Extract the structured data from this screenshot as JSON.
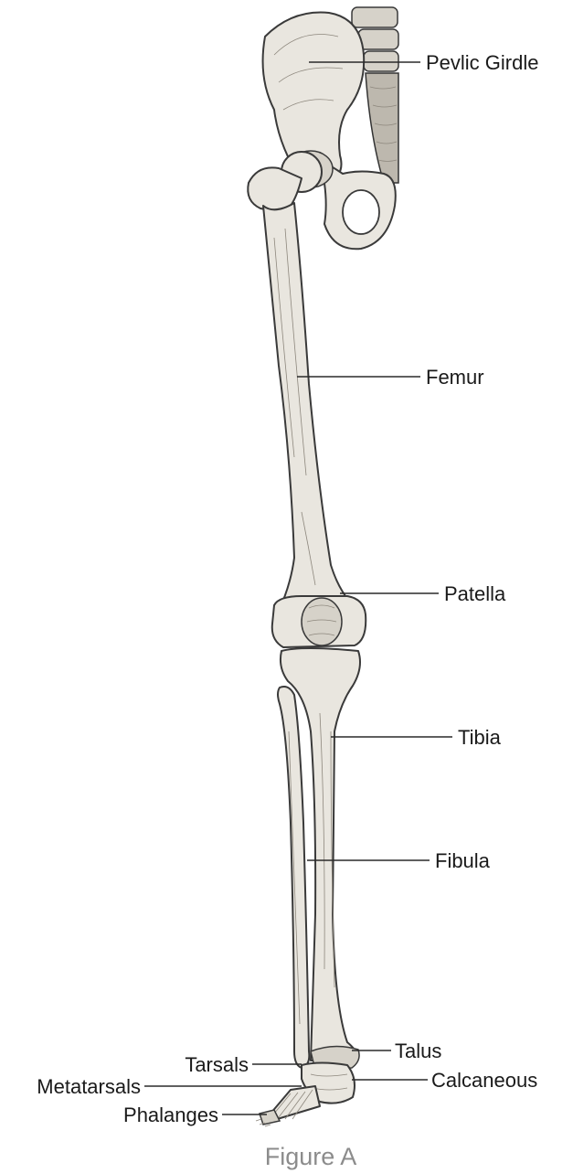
{
  "labels": {
    "pelvic_girdle": "Pevlic Girdle",
    "femur": "Femur",
    "patella": "Patella",
    "tibia": "Tibia",
    "fibula": "Fibula",
    "talus": "Talus",
    "tarsals": "Tarsals",
    "calcaneous": "Calcaneous",
    "metatarsals": "Metatarsals",
    "phalanges": "Phalanges"
  },
  "caption": "Figure A"
}
